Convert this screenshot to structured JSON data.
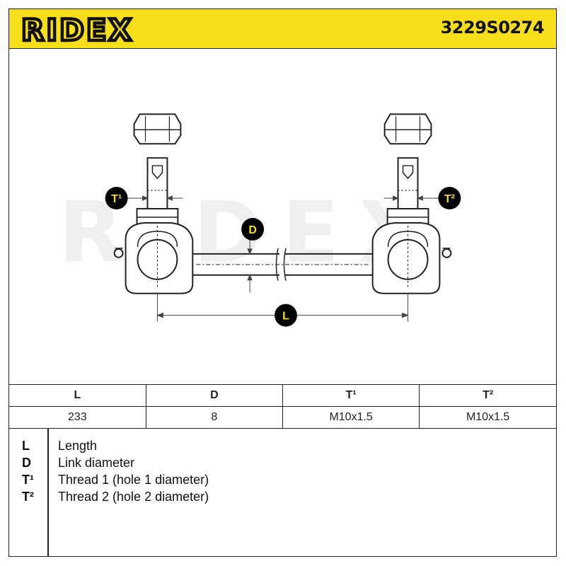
{
  "header": {
    "brand": "RIDEX",
    "part_number": "3229S0274",
    "brand_color": "#f6de1b"
  },
  "diagram": {
    "label_L": "L",
    "label_D": "D",
    "label_T1": "T¹",
    "label_T2": "T²",
    "watermark": "RIDEX"
  },
  "table": {
    "headers": [
      "L",
      "D",
      "T¹",
      "T²"
    ],
    "values": [
      "233",
      "8",
      "M10x1.5",
      "M10x1.5"
    ]
  },
  "legend": [
    {
      "symbol": "L",
      "text": "Length"
    },
    {
      "symbol": "D",
      "text": "Link diameter"
    },
    {
      "symbol": "T¹",
      "text": "Thread 1 (hole 1 diameter)"
    },
    {
      "symbol": "T²",
      "text": "Thread 2 (hole 2 diameter)"
    }
  ]
}
